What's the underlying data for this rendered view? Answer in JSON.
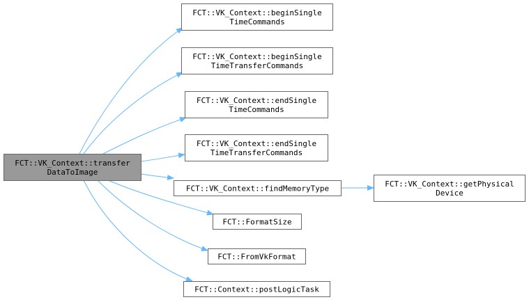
{
  "diagram": {
    "colors": {
      "edge": "#63b8ff",
      "node_border": "#666666",
      "node_fill": "#ffffff",
      "root_fill": "#999999"
    },
    "root": {
      "id": "transferDataToImage",
      "lines": [
        "FCT::VK_Context::transfer",
        "DataToImage"
      ]
    },
    "nodes": [
      {
        "id": "beginSingleTimeCommands",
        "lines": [
          "FCT::VK_Context::beginSingle",
          "TimeCommands"
        ]
      },
      {
        "id": "beginSingleTimeTransferCommands",
        "lines": [
          "FCT::VK_Context::beginSingle",
          "TimeTransferCommands"
        ]
      },
      {
        "id": "endSingleTimeCommands",
        "lines": [
          "FCT::VK_Context::endSingle",
          "TimeCommands"
        ]
      },
      {
        "id": "endSingleTimeTransferCommands",
        "lines": [
          "FCT::VK_Context::endSingle",
          "TimeTransferCommands"
        ]
      },
      {
        "id": "findMemoryType",
        "lines": [
          "FCT::VK_Context::findMemoryType"
        ]
      },
      {
        "id": "getPhysicalDevice",
        "lines": [
          "FCT::VK_Context::getPhysical",
          "Device"
        ]
      },
      {
        "id": "FormatSize",
        "lines": [
          "FCT::FormatSize"
        ]
      },
      {
        "id": "FromVkFormat",
        "lines": [
          "FCT::FromVkFormat"
        ]
      },
      {
        "id": "postLogicTask",
        "lines": [
          "FCT::Context::postLogicTask"
        ]
      }
    ],
    "edges": [
      {
        "from": "transferDataToImage",
        "to": "beginSingleTimeCommands"
      },
      {
        "from": "transferDataToImage",
        "to": "beginSingleTimeTransferCommands"
      },
      {
        "from": "transferDataToImage",
        "to": "endSingleTimeCommands"
      },
      {
        "from": "transferDataToImage",
        "to": "endSingleTimeTransferCommands"
      },
      {
        "from": "transferDataToImage",
        "to": "findMemoryType"
      },
      {
        "from": "findMemoryType",
        "to": "getPhysicalDevice"
      },
      {
        "from": "transferDataToImage",
        "to": "FormatSize"
      },
      {
        "from": "transferDataToImage",
        "to": "FromVkFormat"
      },
      {
        "from": "transferDataToImage",
        "to": "postLogicTask"
      }
    ]
  }
}
